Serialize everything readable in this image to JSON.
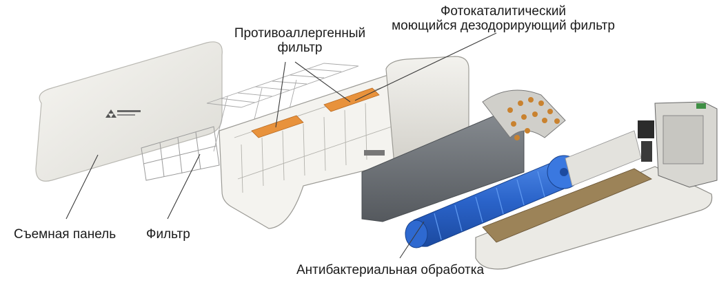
{
  "labels": {
    "photocatalytic_line1": "Фотокаталитический",
    "photocatalytic_line2": "моющийся дезодорирующий фильтр",
    "antiallergen_line1": "Противоаллергенный",
    "antiallergen_line2": "фильтр",
    "removable_panel": "Съемная панель",
    "filter": "Фильтр",
    "antibacterial": "Антибактериальная обработка"
  },
  "colors": {
    "panel": "#efeee9",
    "filter_orange": "#e8923c",
    "fan_blue": "#2f6fd6",
    "heat_exchanger": "#6f7479",
    "chassis": "#e9e8e3",
    "outline": "#8a8a8a"
  }
}
